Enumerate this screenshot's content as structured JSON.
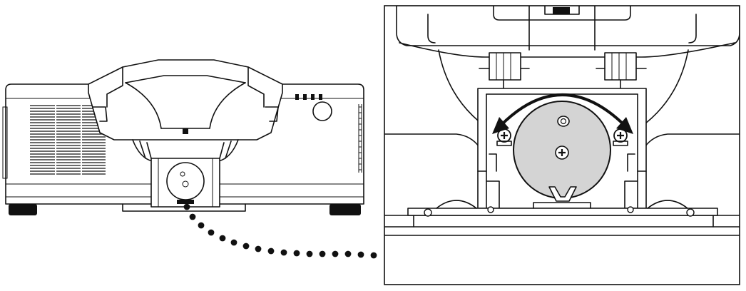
{
  "figure": {
    "style": "monochrome line-art",
    "stroke_color": "#111111",
    "background_color": "#ffffff",
    "lamp_fill_color": "#d4d4d4",
    "overview": {
      "subject": "projector-front-view-lamp-door-open",
      "icon": "projector-icon"
    },
    "leader": {
      "style": "dotted",
      "icon": "dotted-leader-line"
    },
    "detail": {
      "subject": "lamp-unit-close-up",
      "screw_icon": "phillips-screw-icon",
      "arrow_icon": "double-headed-curved-arrow-icon",
      "arrow_meaning": "rotate-lamp-unit"
    }
  }
}
